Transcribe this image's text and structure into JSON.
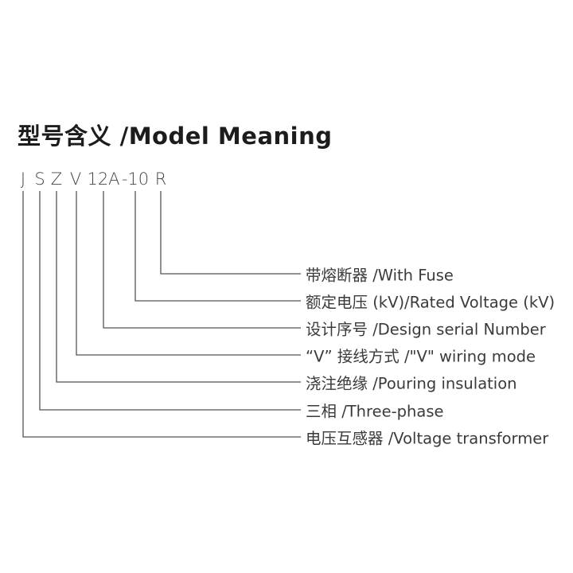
{
  "title": "型号含义 /Model Meaning",
  "code_segments": [
    "J",
    "S",
    "Z",
    "V",
    "12A",
    "-10",
    "R"
  ],
  "descriptions": [
    "带熔断器 /With Fuse",
    "额定电压 (kV)/Rated Voltage (kV)",
    "设计序号 /Design serial Number",
    "“V” 接线方式 /\"V\" wiring mode",
    "浇注绝缘 /Pouring insulation",
    "三相 /Three-phase",
    "电压互感器 /Voltage transformer"
  ],
  "colors": {
    "text": "#333333",
    "line": "#555555"
  }
}
